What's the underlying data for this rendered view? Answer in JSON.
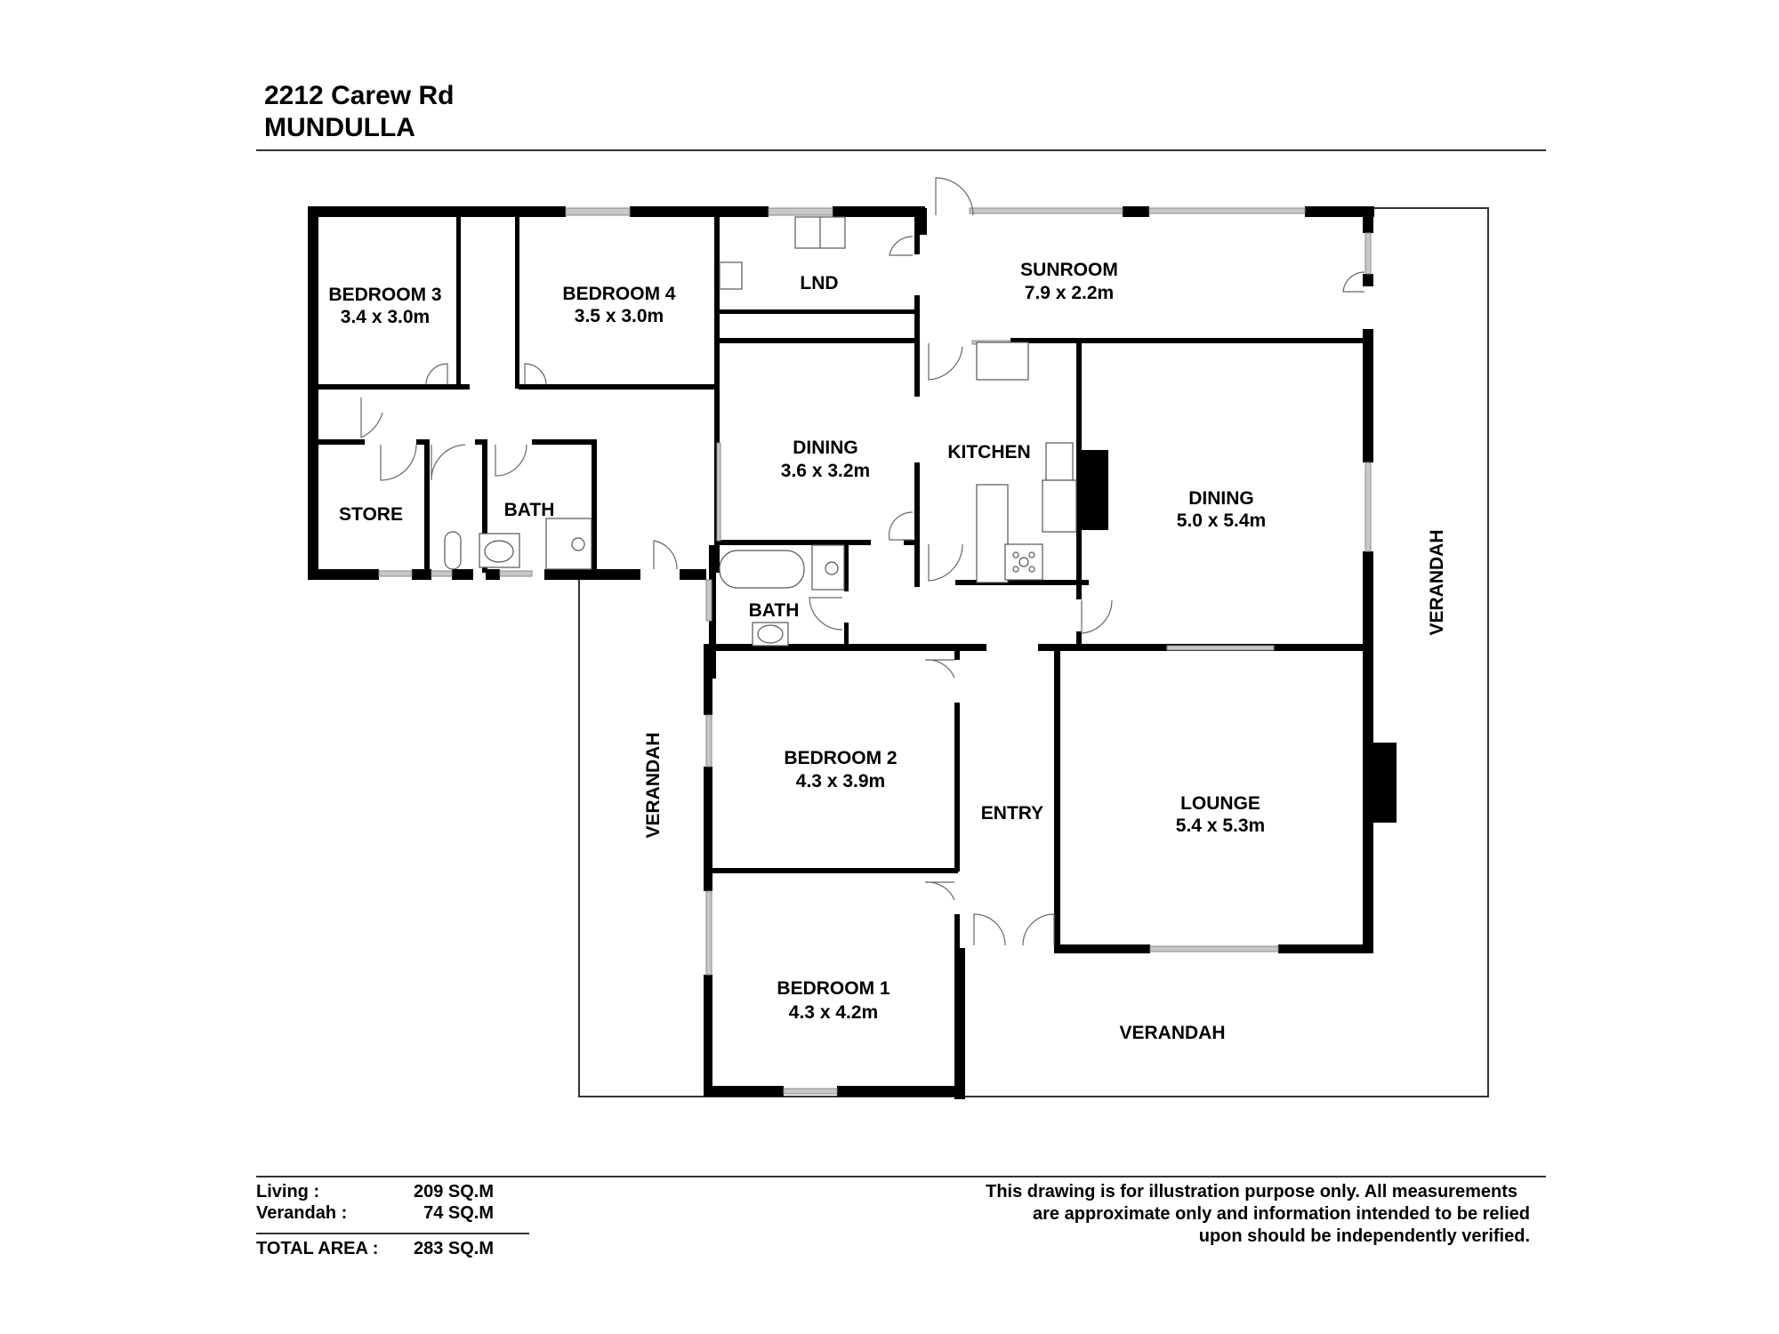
{
  "header": {
    "address_line1": "2212 Carew Rd",
    "address_line2": "MUNDULLA"
  },
  "rooms": {
    "bedroom3": {
      "name": "BEDROOM 3",
      "size": "3.4 x 3.0m"
    },
    "bedroom4": {
      "name": "BEDROOM 4",
      "size": "3.5 x 3.0m"
    },
    "laundry": {
      "name": "LND"
    },
    "sunroom": {
      "name": "SUNROOM",
      "size": "7.9 x 2.2m"
    },
    "dining_small": {
      "name": "DINING",
      "size": "3.6 x 3.2m"
    },
    "kitchen": {
      "name": "KITCHEN"
    },
    "dining_large": {
      "name": "DINING",
      "size": "5.0 x 5.4m"
    },
    "store": {
      "name": "STORE"
    },
    "bath_upper": {
      "name": "BATH"
    },
    "bath_lower": {
      "name": "BATH"
    },
    "bedroom2": {
      "name": "BEDROOM 2",
      "size": "4.3 x 3.9m"
    },
    "bedroom1": {
      "name": "BEDROOM 1",
      "size": "4.3 x 4.2m"
    },
    "entry": {
      "name": "ENTRY"
    },
    "lounge": {
      "name": "LOUNGE",
      "size": "5.4 x 5.3m"
    },
    "verandah_west": {
      "name": "VERANDAH"
    },
    "verandah_east": {
      "name": "VERANDAH"
    },
    "verandah_south": {
      "name": "VERANDAH"
    }
  },
  "areas": {
    "living_label": "Living :",
    "living_value": "209 SQ.M",
    "verandah_label": "Verandah :",
    "verandah_value": "74 SQ.M",
    "total_label": "TOTAL AREA :",
    "total_value": "283 SQ.M"
  },
  "disclaimer": {
    "line1": "This drawing is for illustration purpose only. All measurements",
    "line2": "are approximate only and information intended to be relied",
    "line3": "upon should be independently verified."
  },
  "colors": {
    "wall": "#000000",
    "window": "#b0b0b0",
    "outline": "#333333",
    "background": "#ffffff"
  }
}
